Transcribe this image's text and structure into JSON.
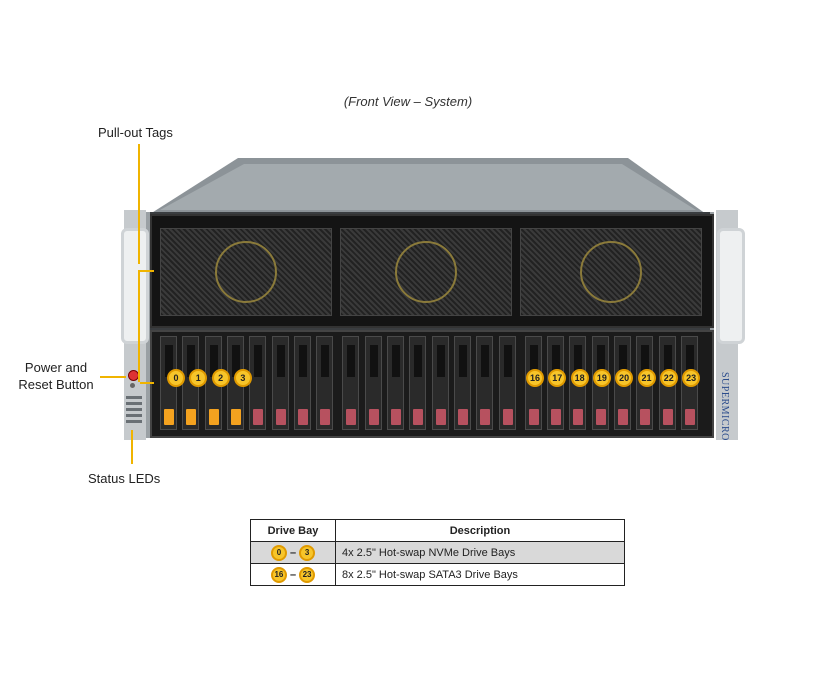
{
  "caption": "(Front View – System)",
  "callouts": {
    "pull_out_tags": "Pull-out Tags",
    "power_reset": "Power and\nReset Button",
    "status_leds": "Status LEDs"
  },
  "brand": "SUPERMICRO",
  "bay_labels_left": [
    "0",
    "1",
    "2",
    "3"
  ],
  "bay_labels_right": [
    "16",
    "17",
    "18",
    "19",
    "20",
    "21",
    "22",
    "23"
  ],
  "legend": {
    "headers": [
      "Drive Bay",
      "Description"
    ],
    "rows": [
      {
        "from": "0",
        "to": "3",
        "description": "4x 2.5\" Hot-swap NVMe Drive Bays"
      },
      {
        "from": "16",
        "to": "23",
        "description": "8x 2.5\" Hot-swap SATA3 Drive Bays"
      }
    ]
  },
  "colors": {
    "badge_fill": "#f7c52a",
    "nvme_latch": "#f4a21f",
    "sata_latch": "#b7515f",
    "leader": "#f0b400"
  }
}
